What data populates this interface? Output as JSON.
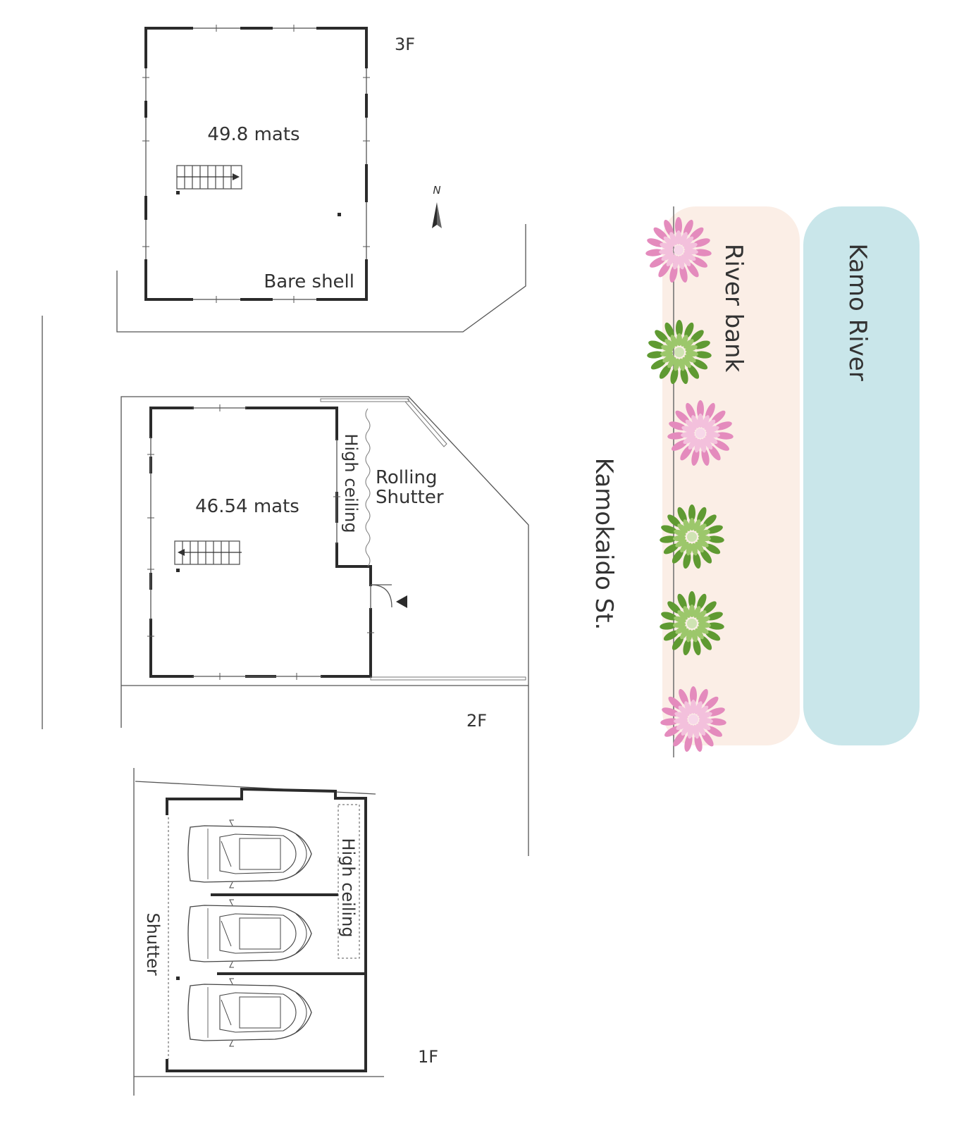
{
  "floor_3f": {
    "label": "3F",
    "area": "49.8 mats",
    "note": "Bare shell"
  },
  "floor_2f": {
    "label": "2F",
    "area": "46.54 mats",
    "high_ceiling": "High ceiling",
    "shutter_line1": "Rolling",
    "shutter_line2": "Shutter"
  },
  "floor_1f": {
    "label": "1F",
    "high_ceiling": "High ceiling",
    "shutter": "Shutter"
  },
  "street": "Kamokaido St.",
  "river_bank": "River bank",
  "river": "Kamo River",
  "compass": "N",
  "colors": {
    "river": "#c9e6ea",
    "bank": "#fbeee6",
    "pink_tree": "#e69bc6",
    "green_tree": "#6aa13d",
    "wall": "#2b2b2b"
  }
}
